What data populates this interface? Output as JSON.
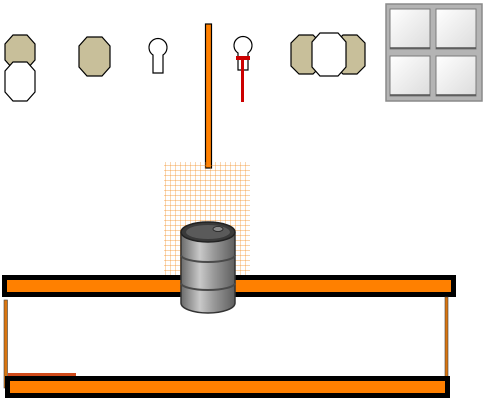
{
  "scene": {
    "name": "physics-puzzle-scene",
    "colors": {
      "background": "#ffffff",
      "beam": "#ff8000",
      "beam_outline": "#000000",
      "octagon_tan": "#c8bf9a",
      "octagon_white": "#ffffff",
      "keyhole_red": "#cc0000",
      "grid": "#f28a1e",
      "barrel_body": "#8e8e8e",
      "barrel_rim": "#3a3a3a",
      "panel_gray": "#b4b4b4",
      "panel_tile": "#f3f3f3"
    },
    "icons": {
      "left_octagons": "octagon-pair-icon",
      "single_octagon": "octagon-icon",
      "keyhole": "keyhole-icon",
      "keyhole_pin": "keyhole-pin-icon",
      "triple_octagon": "octagon-triple-icon",
      "grid_panel": "grid-panel-icon",
      "barrel": "barrel-icon"
    },
    "panel": {
      "rows": 2,
      "cols": 2
    }
  }
}
